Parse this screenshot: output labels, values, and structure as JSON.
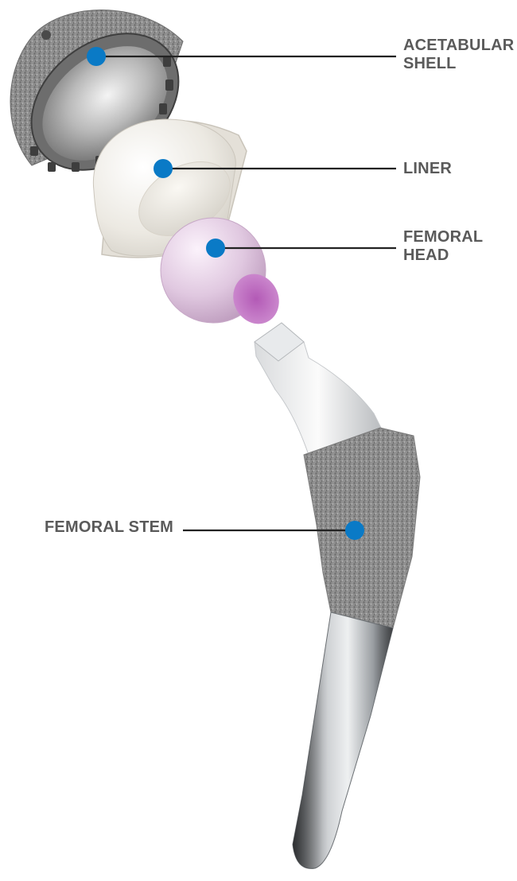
{
  "labels": {
    "acetabular_shell": "ACETABULAR\nSHELL",
    "liner": "LINER",
    "femoral_head": "FEMORAL\nHEAD",
    "femoral_stem": "FEMORAL STEM"
  },
  "colors": {
    "label_text": "#5a5a5a",
    "marker": "#0a7ac6",
    "leader_line": "#222222",
    "shell_metal": "#8d8d8d",
    "liner": "#e9e6df",
    "femoral_head": "#dcc4dc",
    "stem_metal": "#b4b7ba"
  }
}
